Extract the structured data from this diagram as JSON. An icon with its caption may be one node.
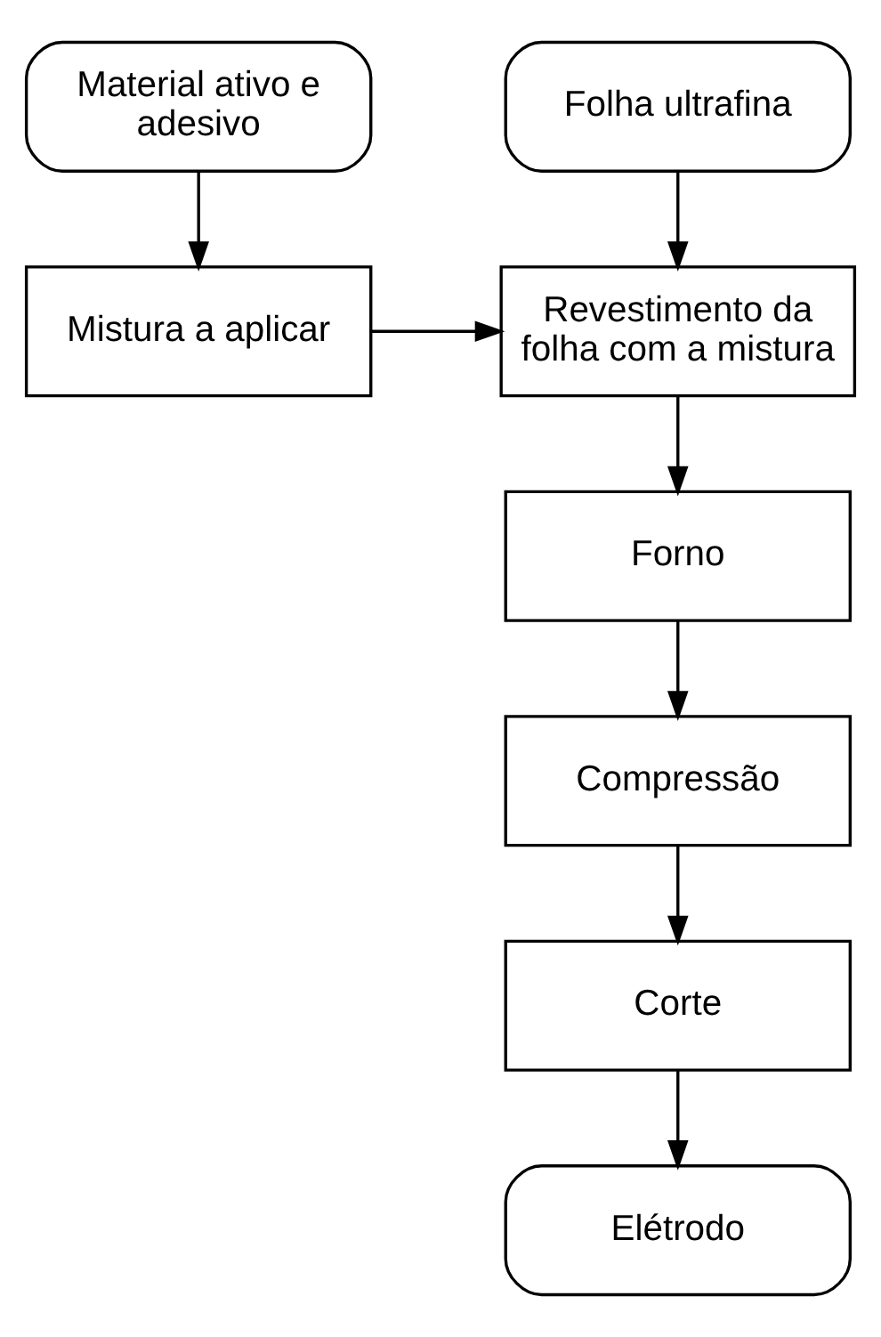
{
  "diagram": {
    "nodes": [
      {
        "text": [
          "Material ativo e adesivo"
        ]
      },
      {
        "text": [
          "Folha ultrafina"
        ]
      },
      {
        "text": [
          "Mistura a aplicar"
        ]
      },
      {
        "text": [
          "Revestimento da folha com a mistura"
        ]
      },
      {
        "text": [
          "Forno"
        ]
      },
      {
        "text": [
          "Compressão"
        ]
      },
      {
        "text": [
          "Corte"
        ]
      },
      {
        "text": [
          "Elétrodo"
        ]
      }
    ],
    "edges": [
      {
        "from": 0,
        "to": 2,
        "arrow": "to"
      },
      {
        "from": 1,
        "to": 3,
        "arrow": "to"
      },
      {
        "from": 2,
        "to": 3,
        "arrow": "to"
      },
      {
        "from": 3,
        "to": 4,
        "arrow": "to"
      },
      {
        "from": 4,
        "to": 5,
        "arrow": "to"
      },
      {
        "from": 5,
        "to": 6,
        "arrow": "to"
      },
      {
        "from": 6,
        "to": 7,
        "arrow": "to"
      }
    ]
  }
}
